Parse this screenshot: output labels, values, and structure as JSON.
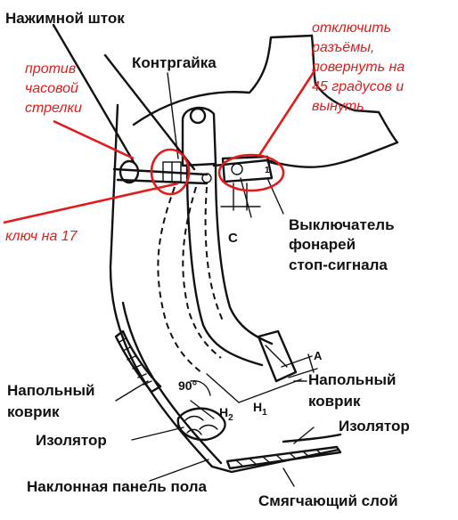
{
  "labels": {
    "push_rod": "Нажимной шток",
    "lock_nut": "Контргайка",
    "switch_line1": "Выключатель",
    "switch_line2": "фонарей",
    "switch_line3": "стоп-сигнала",
    "mat_left_line1": "Напольный",
    "mat_left_line2": "коврик",
    "insulator_left": "Изолятор",
    "panel": "Наклонная панель пола",
    "mat_right_line1": "Напольный",
    "mat_right_line2": "коврик",
    "insulator_right": "Изолятор",
    "soft_layer": "Смягчающий слой",
    "dim_c": "C",
    "dim_a": "A",
    "angle": "90°",
    "h1": "H",
    "h1_sub": "1",
    "h2": "H",
    "h2_sub": "2"
  },
  "annotations": {
    "ccw_line1": "против",
    "ccw_line2": "часовой",
    "ccw_line3": "стрелки",
    "wrench": "ключ на 17",
    "disconnect_line1": "отключить",
    "disconnect_line2": "разъёмы,",
    "disconnect_line3": "повернуть на",
    "disconnect_line4": "45 градусов и",
    "disconnect_line5": "вынуть"
  },
  "colors": {
    "ink": "#111111",
    "annotation": "#e21b1b"
  }
}
